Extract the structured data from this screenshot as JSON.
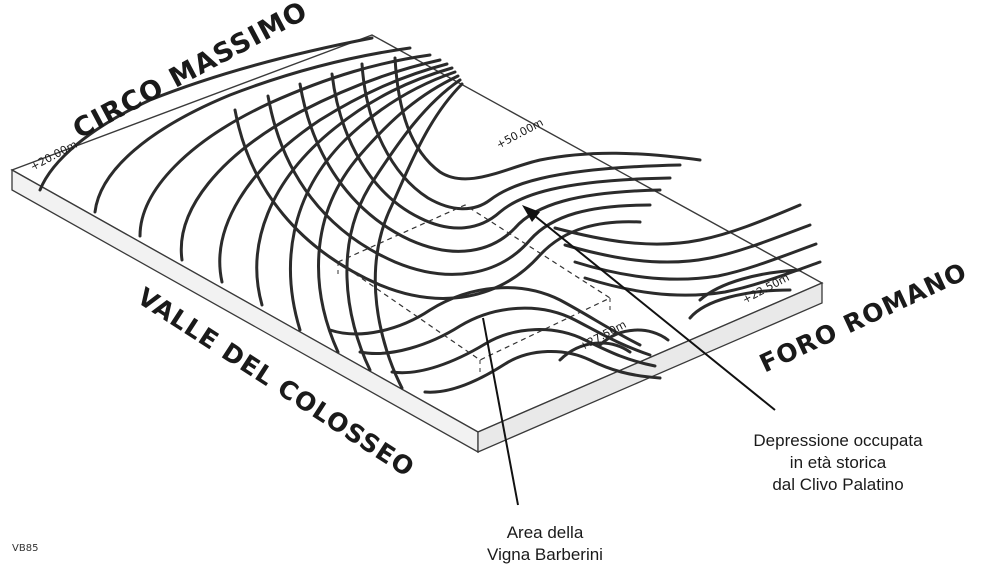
{
  "regions": {
    "circo_massimo": "CIRCO MASSIMO",
    "valle_del_colosseo": "VALLE DEL COLOSSEO",
    "foro_romano": "FORO ROMANO"
  },
  "elevations": {
    "e1": "+20.00m",
    "e2": "+50.00m",
    "e3": "+22.50m",
    "e4": "+27.50m"
  },
  "callouts": {
    "depressione": [
      "Depressione occupata",
      "in età storica",
      "dal Clivo Palatino"
    ],
    "vigna": [
      "Area della",
      "Vigna Barberini"
    ]
  },
  "signature": "VB85",
  "colors": {
    "ink": "#1a1a1a",
    "contour": "#2b2b2b",
    "paper": "#ffffff"
  }
}
